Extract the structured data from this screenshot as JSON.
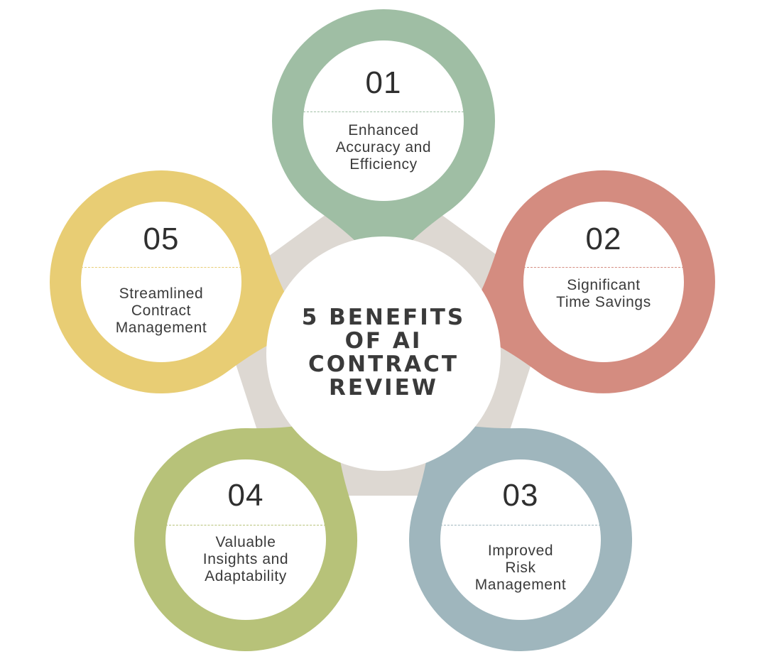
{
  "diagram": {
    "center_title": "5 BENEFITS\nOF AI\nCONTRACT\nREVIEW",
    "colors": {
      "pentagon": "#ddd8d2",
      "text": "#3a3a3a"
    },
    "benefits": [
      {
        "number": "01",
        "label": "Enhanced\nAccuracy and\nEfficiency",
        "color": "#9fbea4"
      },
      {
        "number": "02",
        "label": "Significant\nTime Savings",
        "color": "#d48c80"
      },
      {
        "number": "03",
        "label": "Improved\nRisk\nManagement",
        "color": "#9fb6bd"
      },
      {
        "number": "04",
        "label": "Valuable\nInsights and\nAdaptability",
        "color": "#b7c279"
      },
      {
        "number": "05",
        "label": "Streamlined\nContract\nManagement",
        "color": "#e8cd74"
      }
    ]
  }
}
